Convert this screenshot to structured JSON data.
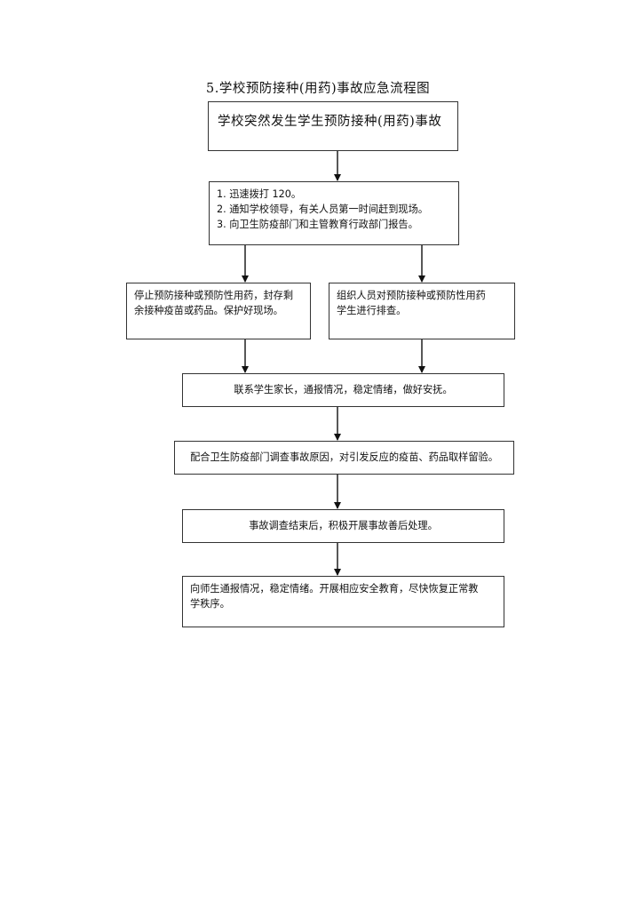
{
  "title": "5.学校预防接种(用药)事故应急流程图",
  "nodes": {
    "start": "学校突然发生学生预防接种(用药)事故",
    "step1": {
      "lines": [
        "1. 迅速拨打 120。",
        "2. 通知学校领导，有关人员第一时间赶到现场。",
        "3. 向卫生防疫部门和主管教育行政部门报告。"
      ]
    },
    "left_branch": {
      "lines": [
        "停止预防接种或预防性用药，封存剩",
        "余接种疫苗或药品。保护好现场。"
      ]
    },
    "right_branch": {
      "lines": [
        "组织人员对预防接种或预防性用药",
        "学生进行排查。"
      ]
    },
    "contact_parents": "联系学生家长，通报情况，稳定情绪，做好安抚。",
    "cooperate": "配合卫生防疫部门调查事故原因，对引发反应的疫苗、药品取样留验。",
    "aftermath": "事故调查结束后，积极开展事故善后处理。",
    "final": {
      "lines": [
        "向师生通报情况，稳定情绪。开展相应安全教育，尽快恢复正常教",
        "学秩序。"
      ]
    }
  }
}
